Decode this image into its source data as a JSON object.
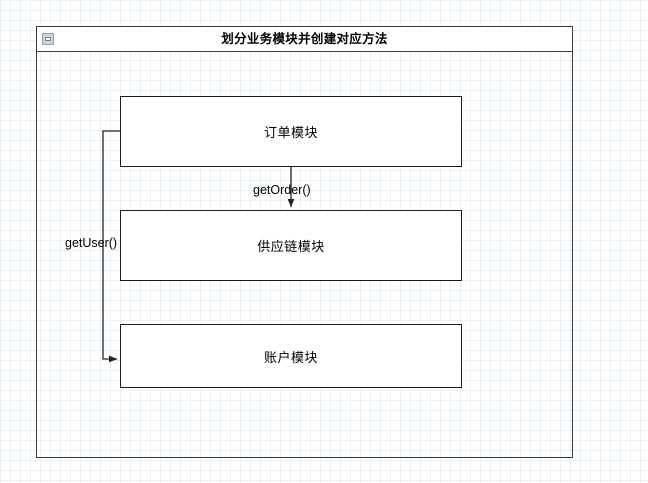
{
  "diagram": {
    "container": {
      "title": "划分业务模块并创建对应方法",
      "collapse_icon": "collapse-minus-icon"
    },
    "nodes": [
      {
        "id": "order",
        "label": "订单模块"
      },
      {
        "id": "supplychain",
        "label": "供应链模块"
      },
      {
        "id": "account",
        "label": "账户模块"
      }
    ],
    "edges": [
      {
        "id": "order-to-supplychain",
        "label": "getOrder()",
        "from": "order",
        "to": "supplychain"
      },
      {
        "id": "order-to-account",
        "label": "getUser()",
        "from": "order",
        "to": "account"
      }
    ],
    "colors": {
      "node_border": "#1a1a1a",
      "node_fill": "#ffffff",
      "frame_border": "#3b3b3b",
      "connector": "#222222",
      "grid_minor": "#e9eff3",
      "grid_major": "#dde6ec",
      "icon_fill": "#c8d6e2"
    }
  }
}
